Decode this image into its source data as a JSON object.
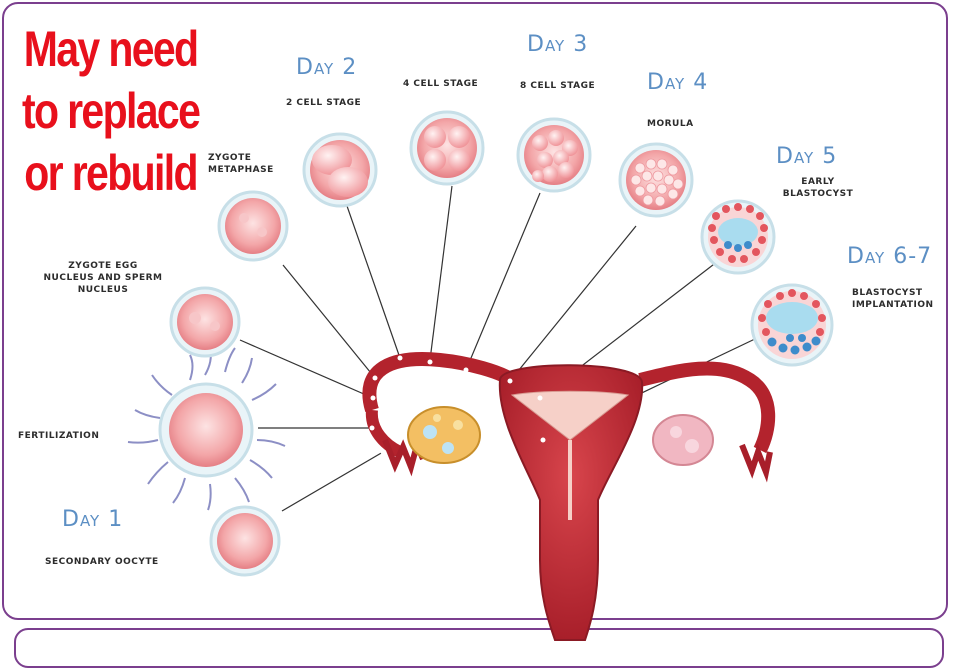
{
  "note": "May need to replace or rebuild",
  "days": {
    "day1": "Day 1",
    "day2": "Day 2",
    "day3": "Day 3",
    "day4": "Day 4",
    "day5": "Day 5",
    "day6_7": "Day 6-7"
  },
  "stages": {
    "secondary_oocyte": "Secondary Oocyte",
    "fertilization": "Fertilization",
    "zygote_nuclei": "Zygote Egg nucleus and sperm nucleus",
    "zygote_metaphase": "Zygote Metaphase",
    "two_cell": "2 Cell Stage",
    "four_cell": "4 Cell Stage",
    "eight_cell": "8 Cell Stage",
    "morula": "Morula",
    "early_blastocyst": "Early Blastocyst",
    "blastocyst_implantation": "Blastocyst Implantation"
  },
  "colors": {
    "frame": "#7b3f8e",
    "note": "#e8101c",
    "day_label": "#5c8fc4",
    "uterus": "#c9303a"
  }
}
